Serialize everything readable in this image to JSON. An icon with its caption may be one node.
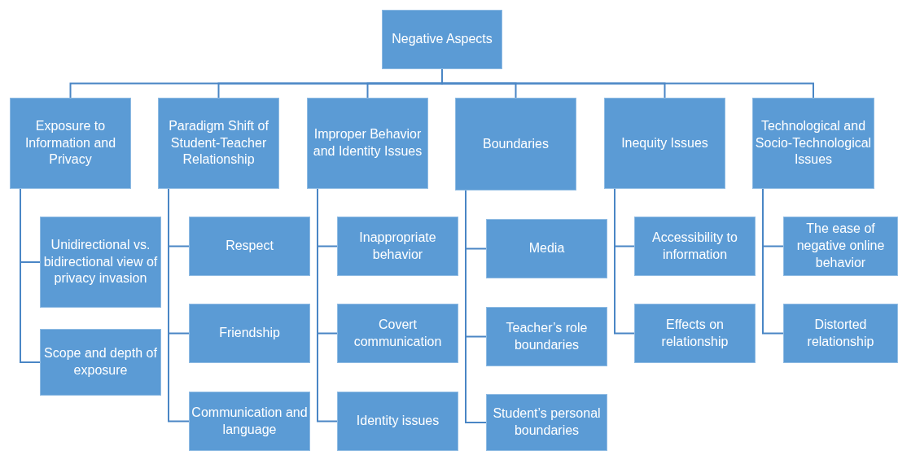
{
  "diagram": {
    "nodes": [
      {
        "text": [
          "Negative Aspects"
        ]
      },
      {
        "text": [
          "Exposure to Information and Privacy"
        ]
      },
      {
        "text": [
          "Paradigm Shift of Student-Teacher Relationship"
        ]
      },
      {
        "text": [
          "Improper Behavior and Identity Issues"
        ]
      },
      {
        "text": [
          "Boundaries"
        ]
      },
      {
        "text": [
          "Inequity Issues"
        ]
      },
      {
        "text": [
          "Technological and Socio-Technological Issues"
        ]
      },
      {
        "text": [
          "Unidirectional vs. bidirectional view of privacy invasion"
        ]
      },
      {
        "text": [
          "Scope and depth of exposure"
        ]
      },
      {
        "text": [
          "Respect"
        ]
      },
      {
        "text": [
          "Friendship"
        ]
      },
      {
        "text": [
          "Communication and language"
        ]
      },
      {
        "text": [
          "Inappropriate behavior"
        ]
      },
      {
        "text": [
          "Covert communication"
        ]
      },
      {
        "text": [
          "Identity issues"
        ]
      },
      {
        "text": [
          "Media"
        ]
      },
      {
        "text": [
          "Teacher’s role boundaries"
        ]
      },
      {
        "text": [
          "Student’s personal boundaries"
        ]
      },
      {
        "text": [
          "Accessibility to information"
        ]
      },
      {
        "text": [
          "Effects on relationship"
        ]
      },
      {
        "text": [
          "The ease of negative online behavior"
        ]
      },
      {
        "text": [
          "Distorted relationship"
        ]
      }
    ],
    "edges": [
      {
        "from": 0,
        "to": 1,
        "arrow": "none"
      },
      {
        "from": 0,
        "to": 2,
        "arrow": "none"
      },
      {
        "from": 0,
        "to": 3,
        "arrow": "none"
      },
      {
        "from": 0,
        "to": 4,
        "arrow": "none"
      },
      {
        "from": 0,
        "to": 5,
        "arrow": "none"
      },
      {
        "from": 0,
        "to": 6,
        "arrow": "none"
      },
      {
        "from": 1,
        "to": 7,
        "arrow": "none"
      },
      {
        "from": 1,
        "to": 8,
        "arrow": "none"
      },
      {
        "from": 2,
        "to": 9,
        "arrow": "none"
      },
      {
        "from": 2,
        "to": 10,
        "arrow": "none"
      },
      {
        "from": 2,
        "to": 11,
        "arrow": "none"
      },
      {
        "from": 3,
        "to": 12,
        "arrow": "none"
      },
      {
        "from": 3,
        "to": 13,
        "arrow": "none"
      },
      {
        "from": 3,
        "to": 14,
        "arrow": "none"
      },
      {
        "from": 4,
        "to": 15,
        "arrow": "none"
      },
      {
        "from": 4,
        "to": 16,
        "arrow": "none"
      },
      {
        "from": 4,
        "to": 17,
        "arrow": "none"
      },
      {
        "from": 5,
        "to": 18,
        "arrow": "none"
      },
      {
        "from": 5,
        "to": 19,
        "arrow": "none"
      },
      {
        "from": 6,
        "to": 20,
        "arrow": "none"
      },
      {
        "from": 6,
        "to": 21,
        "arrow": "none"
      }
    ]
  }
}
